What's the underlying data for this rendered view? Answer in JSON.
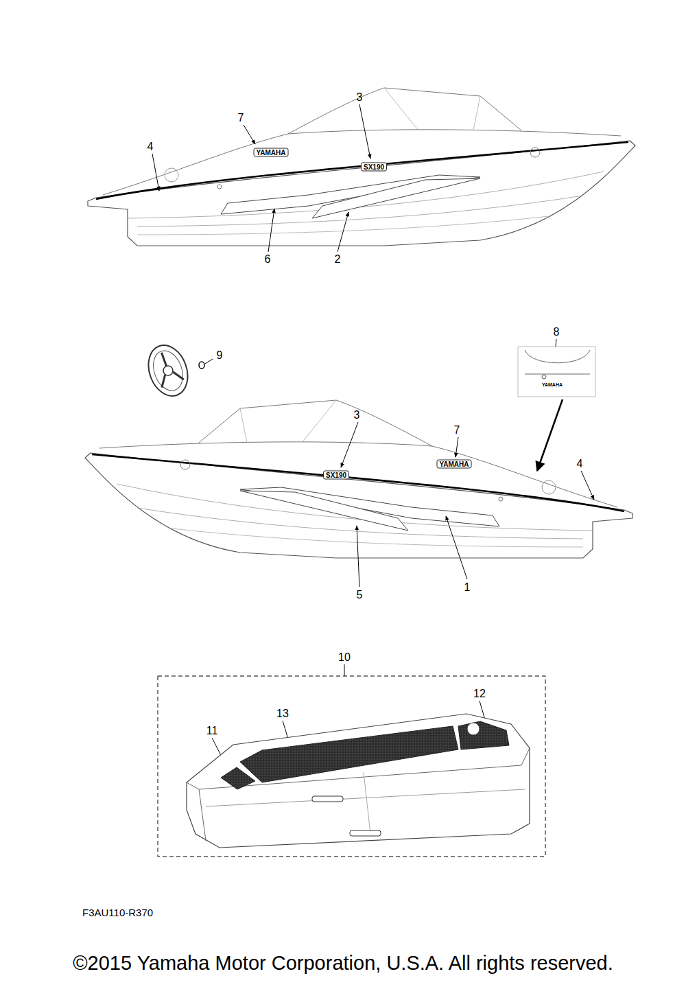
{
  "diagram": {
    "caption": "©2015 Yamaha Motor Corporation, U.S.A. All rights reserved.",
    "labels": [
      "3",
      "7",
      "4",
      "YAMAHA",
      "SX190",
      "6",
      "2",
      "9",
      "8",
      "YAMAHA",
      "3",
      "7",
      "4",
      "YAMAHA",
      "SX190",
      "5",
      "1",
      "10",
      "12",
      "13",
      "11",
      "F3AU110-R370"
    ]
  }
}
